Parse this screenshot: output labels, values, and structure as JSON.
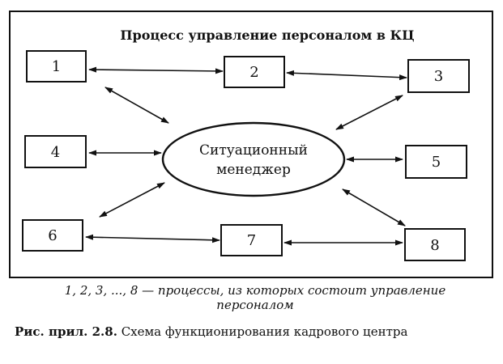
{
  "diagram": {
    "title": "Процесс управление персоналом в КЦ",
    "boxes": [
      {
        "id": "1",
        "label": "1"
      },
      {
        "id": "2",
        "label": "2"
      },
      {
        "id": "3",
        "label": "3"
      },
      {
        "id": "4",
        "label": "4"
      },
      {
        "id": "5",
        "label": "5"
      },
      {
        "id": "6",
        "label": "6"
      },
      {
        "id": "7",
        "label": "7"
      },
      {
        "id": "8",
        "label": "8"
      }
    ],
    "center": {
      "line1": "Ситуационный",
      "line2": "менеджер"
    },
    "edges": [
      {
        "from": "1",
        "to": "2",
        "type": "bidirectional"
      },
      {
        "from": "2",
        "to": "3",
        "type": "bidirectional"
      },
      {
        "from": "1",
        "to": "center",
        "type": "bidirectional"
      },
      {
        "from": "3",
        "to": "center",
        "type": "bidirectional"
      },
      {
        "from": "4",
        "to": "center",
        "type": "bidirectional"
      },
      {
        "from": "5",
        "to": "center",
        "type": "bidirectional"
      },
      {
        "from": "6",
        "to": "center",
        "type": "bidirectional"
      },
      {
        "from": "8",
        "to": "center",
        "type": "bidirectional"
      },
      {
        "from": "6",
        "to": "7",
        "type": "bidirectional"
      },
      {
        "from": "7",
        "to": "8",
        "type": "bidirectional"
      }
    ]
  },
  "legend": {
    "line1": "1, 2, 3, ..., 8 — процессы, из которых состоит управление",
    "line2": "персоналом"
  },
  "caption": {
    "prefix": "Рис. прил. 2.8.",
    "text": " Схема функционирования кадрового центра"
  }
}
